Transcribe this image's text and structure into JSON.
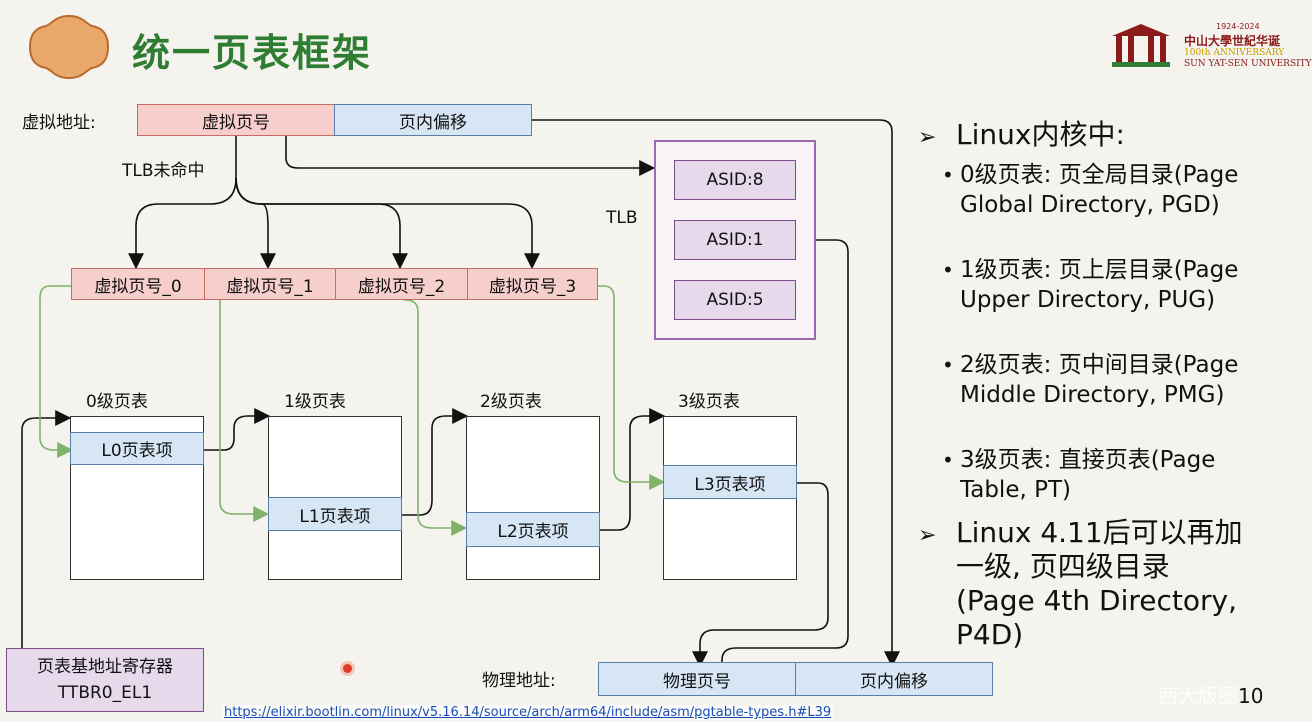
{
  "slide": {
    "title": "统一页表框架",
    "page_number": "10",
    "url": "https://elixir.bootlin.com/linux/v5.16.14/source/arch/arm64/include/asm/pgtable-types.h#L39",
    "watermark": "西大版图"
  },
  "logo": {
    "years": "1924-2024",
    "cn_name": "中山大學世紀华诞",
    "en_line1": "100th ANNIVERSARY",
    "en_line2": "SUN YAT-SEN UNIVERSITY"
  },
  "diagram": {
    "va_label": "虚拟地址:",
    "va_vpn": "虚拟页号",
    "va_offset": "页内偏移",
    "tlb_miss": "TLB未命中",
    "tlb_label": "TLB",
    "asid_entries": [
      "ASID:8",
      "ASID:1",
      "ASID:5"
    ],
    "vpn_parts": [
      "虚拟页号_0",
      "虚拟页号_1",
      "虚拟页号_2",
      "虚拟页号_3"
    ],
    "level_titles": [
      "0级页表",
      "1级页表",
      "2级页表",
      "3级页表"
    ],
    "entries": [
      "L0页表项",
      "L1页表项",
      "L2页表项",
      "L3页表项"
    ],
    "base_reg_line1": "页表基地址寄存器",
    "base_reg_line2": "TTBR0_EL1",
    "pa_label": "物理地址:",
    "pa_ppn": "物理页号",
    "pa_offset": "页内偏移"
  },
  "bullets": {
    "b1": "Linux内核中:",
    "sub1": "0级页表: 页全局目录(Page Global Directory, PGD)",
    "sub2": "1级页表: 页上层目录(Page Upper Directory, PUG)",
    "sub3": "2级页表: 页中间目录(Page Middle Directory, PMG)",
    "sub4": "3级页表: 直接页表(Page Table, PT)",
    "b2": "Linux 4.11后可以再加一级, 页四级目录(Page 4th Directory, P4D)"
  },
  "colors": {
    "title_green": "#2f7d32",
    "pink": "#f6cfcc",
    "blue": "#d7e6f5",
    "purple": "#7a4d8a",
    "green_arrow": "#7fb36a"
  }
}
